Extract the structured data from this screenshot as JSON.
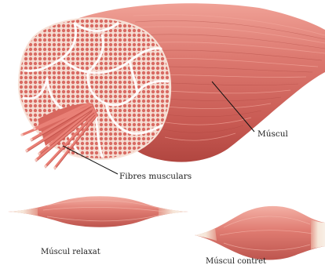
{
  "labels": {
    "muscle": "Múscul",
    "muscle_fibers": "Fibres musculars",
    "relaxed_muscle": "Múscul relaxat",
    "contracted_muscle": "Múscul contret"
  },
  "colors": {
    "muscle_dark": "#b94b45",
    "muscle_mid": "#d8716a",
    "muscle_light": "#ee9a90",
    "tendon": "#f3e3d3",
    "section_bg": "#f4d2c7",
    "fascicle_border": "#ffffff",
    "fiber_dot": "#d6655e"
  }
}
